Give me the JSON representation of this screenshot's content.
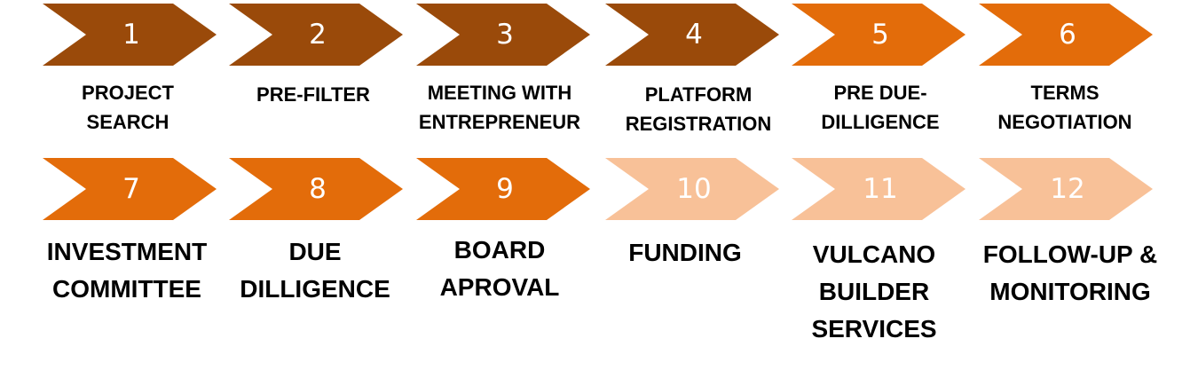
{
  "colors": {
    "dark": "#9A4A0A",
    "mid": "#E36C0A",
    "light": "#F8C198"
  },
  "steps": [
    {
      "number": "1",
      "label": "PROJECT\nSEARCH",
      "color": "dark"
    },
    {
      "number": "2",
      "label": "PRE-FILTER",
      "color": "dark"
    },
    {
      "number": "3",
      "label": "MEETING WITH\nENTREPRENEUR",
      "color": "dark"
    },
    {
      "number": "4",
      "label": "PLATFORM\nREGISTRATION",
      "color": "dark"
    },
    {
      "number": "5",
      "label": "PRE DUE-\nDILLIGENCE",
      "color": "mid"
    },
    {
      "number": "6",
      "label": "TERMS\nNEGOTIATION",
      "color": "mid"
    },
    {
      "number": "7",
      "label": "INVESTMENT\nCOMMITTEE",
      "color": "mid"
    },
    {
      "number": "8",
      "label": "DUE\nDILLIGENCE",
      "color": "mid"
    },
    {
      "number": "9",
      "label": "BOARD\nAPROVAL",
      "color": "mid"
    },
    {
      "number": "10",
      "label": "FUNDING",
      "color": "light"
    },
    {
      "number": "11",
      "label": "VULCANO\nBUILDER\nSERVICES",
      "color": "light"
    },
    {
      "number": "12",
      "label": "FOLLOW-UP &\nMONITORING",
      "color": "light"
    }
  ]
}
